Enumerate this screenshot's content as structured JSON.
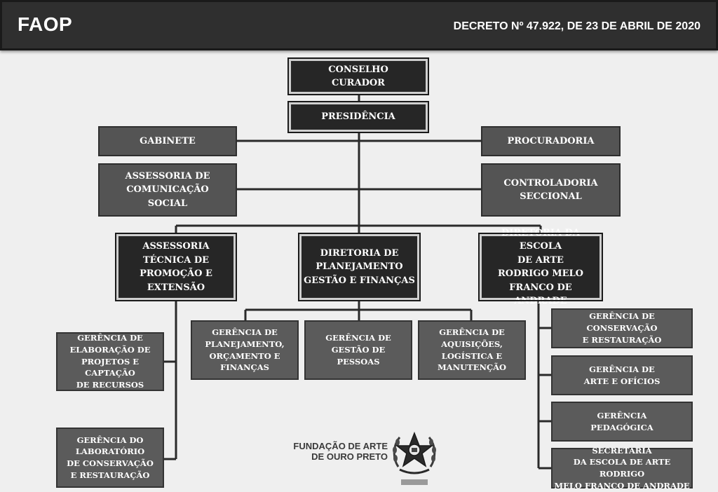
{
  "header": {
    "brand": "FAOP",
    "decree": "DECRETO Nº 47.922, DE 23 DE ABRIL DE 2020"
  },
  "org": {
    "conselho": "CONSELHO\nCURADOR",
    "presidencia": "PRESIDÊNCIA",
    "gabinete": "GABINETE",
    "procuradoria": "PROCURADORIA",
    "assessoria_comunicacao": "ASSESSORIA DE\nCOMUNICAÇÃO\nSOCIAL",
    "controladoria": "CONTROLADORIA\nSECCIONAL",
    "assessoria_tecnica": "ASSESSORIA\nTÉCNICA DE\nPROMOÇÃO E\nEXTENSÃO",
    "diretoria_planejamento": "DIRETORIA DE\nPLANEJAMENTO\nGESTÃO E FINANÇAS",
    "diretoria_escola": "DIRETORIA DA ESCOLA\nDE ARTE\nRODRIGO MELO\nFRANCO DE ANDRADE",
    "ger_planejamento": "GERÊNCIA DE\nPLANEJAMENTO,\nORÇAMENTO E\nFINANÇAS",
    "ger_pessoas": "GERÊNCIA DE\nGESTÃO DE\nPESSOAS",
    "ger_aquisicoes": "GERÊNCIA DE\nAQUISIÇÕES,\nLOGÍSTICA E\nMANUTENÇÃO",
    "ger_projetos": "GERÊNCIA DE\nELABORAÇÃO DE\nPROJETOS E CAPTAÇÃO\nDE RECURSOS",
    "ger_laboratorio": "GERÊNCIA DO\nLABORATÓRIO\nDE CONSERVAÇÃO\nE RESTAURAÇÃO",
    "ger_conservacao": "GERÊNCIA DE CONSERVAÇÃO\nE RESTAURAÇÃO",
    "ger_arte_oficios": "GERÊNCIA DE\nARTE E OFÍCIOS",
    "ger_pedagogica": "GERÊNCIA\nPEDAGÓGICA",
    "secretaria": "SECRETARIA\nDA ESCOLA DE ARTE RODRIGO\nMELO FRANCO DE ANDRADE"
  },
  "footer": {
    "foundation_name": "FUNDAÇÃO DE ARTE\nDE OURO PRETO"
  }
}
